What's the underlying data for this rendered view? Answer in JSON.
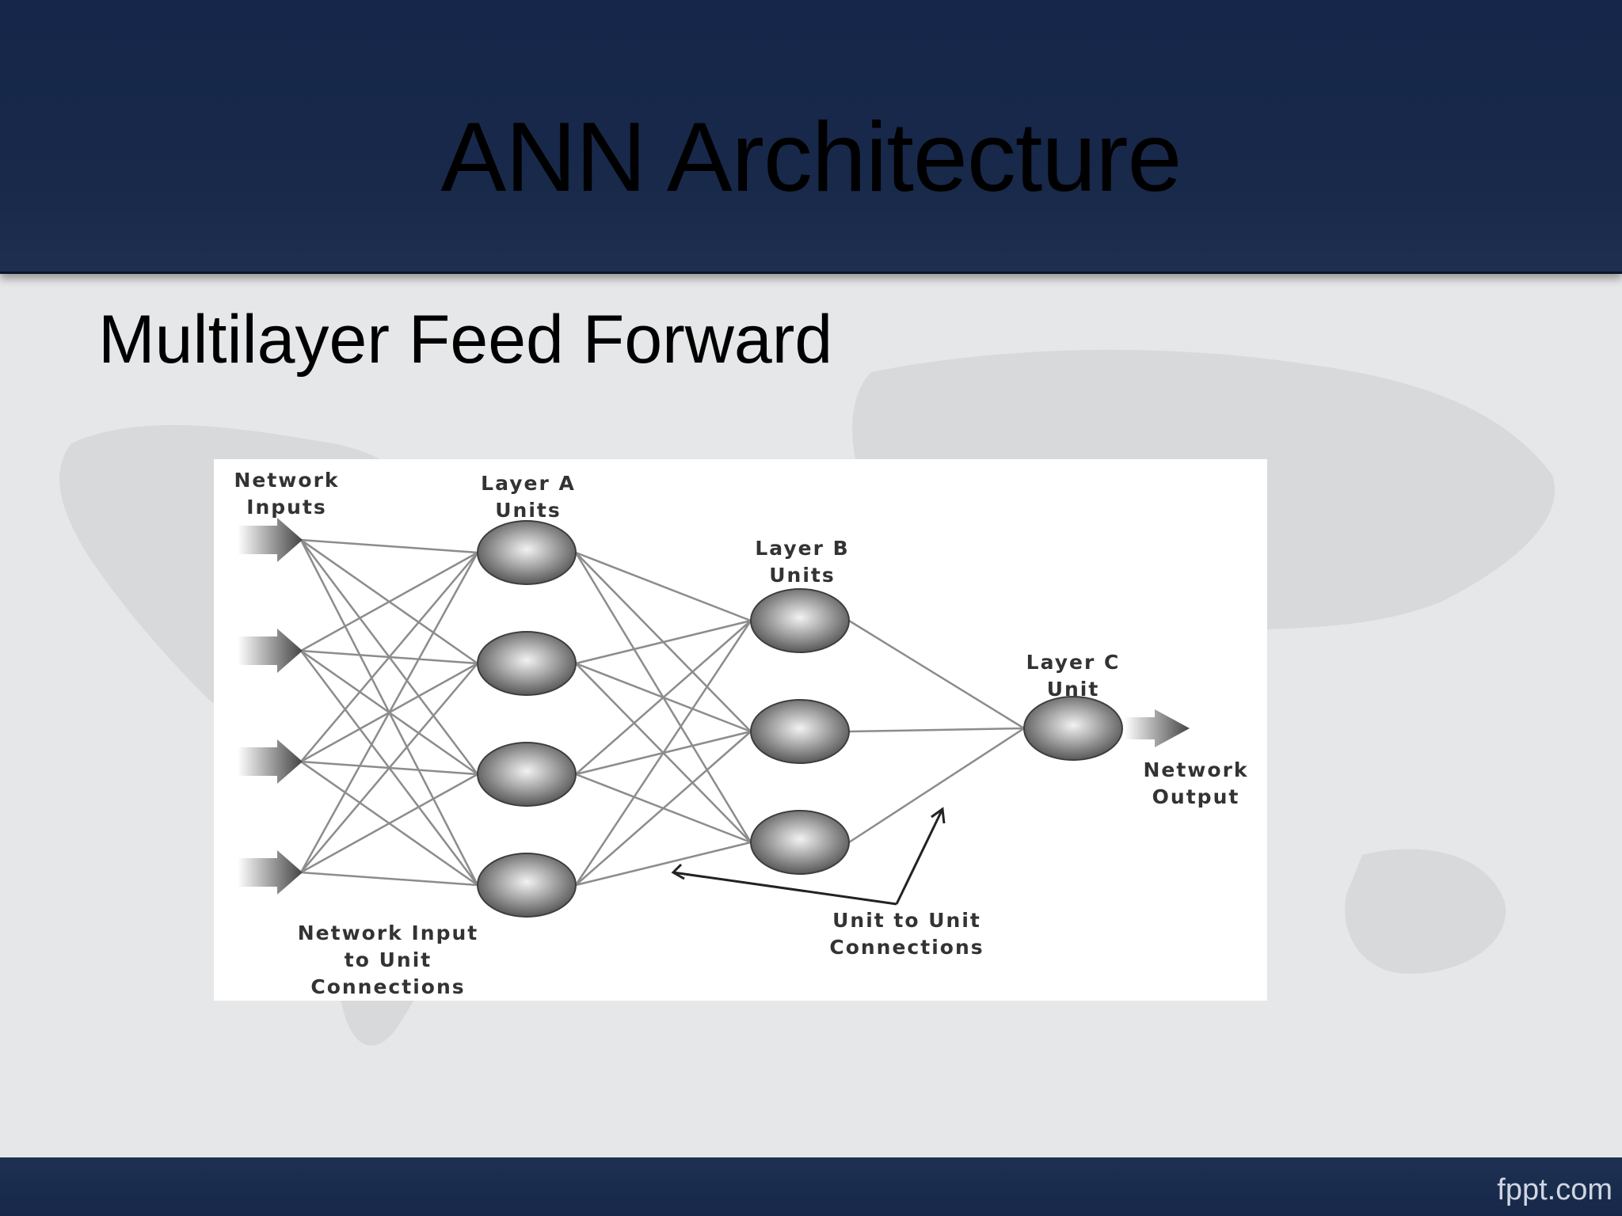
{
  "slide": {
    "title": "ANN Architecture",
    "subtitle": "Multilayer Feed Forward",
    "brand": "fppt.com"
  },
  "diagram": {
    "labels": {
      "network_inputs": "Network\nInputs",
      "layer_a": "Layer A\nUnits",
      "layer_b": "Layer B\nUnits",
      "layer_c": "Layer C\nUnit",
      "network_output": "Network\nOutput",
      "input_connections": "Network Input\nto Unit\nConnections",
      "unit_connections": "Unit to Unit\nConnections"
    },
    "layers": {
      "inputs": 4,
      "layer_a": 4,
      "layer_b": 3,
      "layer_c": 1
    }
  },
  "colors": {
    "header": "#15264a",
    "footer": "#1a2c4e",
    "background": "#e6e7e8"
  }
}
